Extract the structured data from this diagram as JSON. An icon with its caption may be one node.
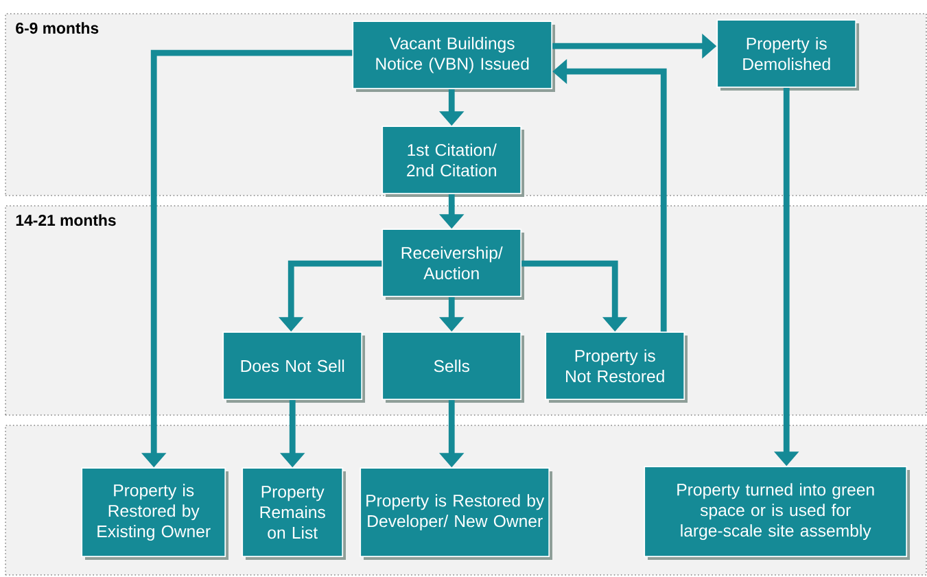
{
  "diagram": {
    "nodes": [
      {
        "text": [
          "6-9 months"
        ]
      },
      {
        "text": [
          "14-21 months"
        ]
      },
      {
        "text": [],
        "shape": "band"
      },
      {
        "text": [
          "Vacant Buildings Notice (VBN) Issued"
        ],
        "in": 0
      },
      {
        "text": [
          "Property is Demolished"
        ],
        "in": 0
      },
      {
        "text": [
          "1st Citation/ 2nd Citation"
        ],
        "in": 0
      },
      {
        "text": [
          "Receivership/ Auction"
        ],
        "in": 1
      },
      {
        "text": [
          "Does Not Sell"
        ],
        "in": 1
      },
      {
        "text": [
          "Sells"
        ],
        "in": 1
      },
      {
        "text": [
          "Property is Not Restored"
        ],
        "in": 1
      },
      {
        "text": [
          "Property is Restored by Existing Owner"
        ],
        "in": 2
      },
      {
        "text": [
          "Property Remains on List"
        ],
        "in": 2
      },
      {
        "text": [
          "Property is Restored by Developer/ New Owner"
        ],
        "in": 2
      },
      {
        "text": [
          "Property turned into green space or is used for large-scale site assembly"
        ],
        "in": 2
      }
    ],
    "edges": [
      {
        "from": 3,
        "to": 4,
        "arrow": "to"
      },
      {
        "from": 3,
        "to": 5,
        "arrow": "to"
      },
      {
        "from": 5,
        "to": 6,
        "arrow": "to"
      },
      {
        "from": 6,
        "to": 7,
        "arrow": "to"
      },
      {
        "from": 6,
        "to": 8,
        "arrow": "to"
      },
      {
        "from": 6,
        "to": 9,
        "arrow": "to"
      },
      {
        "from": 9,
        "to": 3,
        "arrow": "to"
      },
      {
        "from": 3,
        "to": 10,
        "arrow": "to"
      },
      {
        "from": 7,
        "to": 11,
        "arrow": "to"
      },
      {
        "from": 8,
        "to": 12,
        "arrow": "to"
      },
      {
        "from": 4,
        "to": 13,
        "arrow": "to"
      }
    ]
  }
}
